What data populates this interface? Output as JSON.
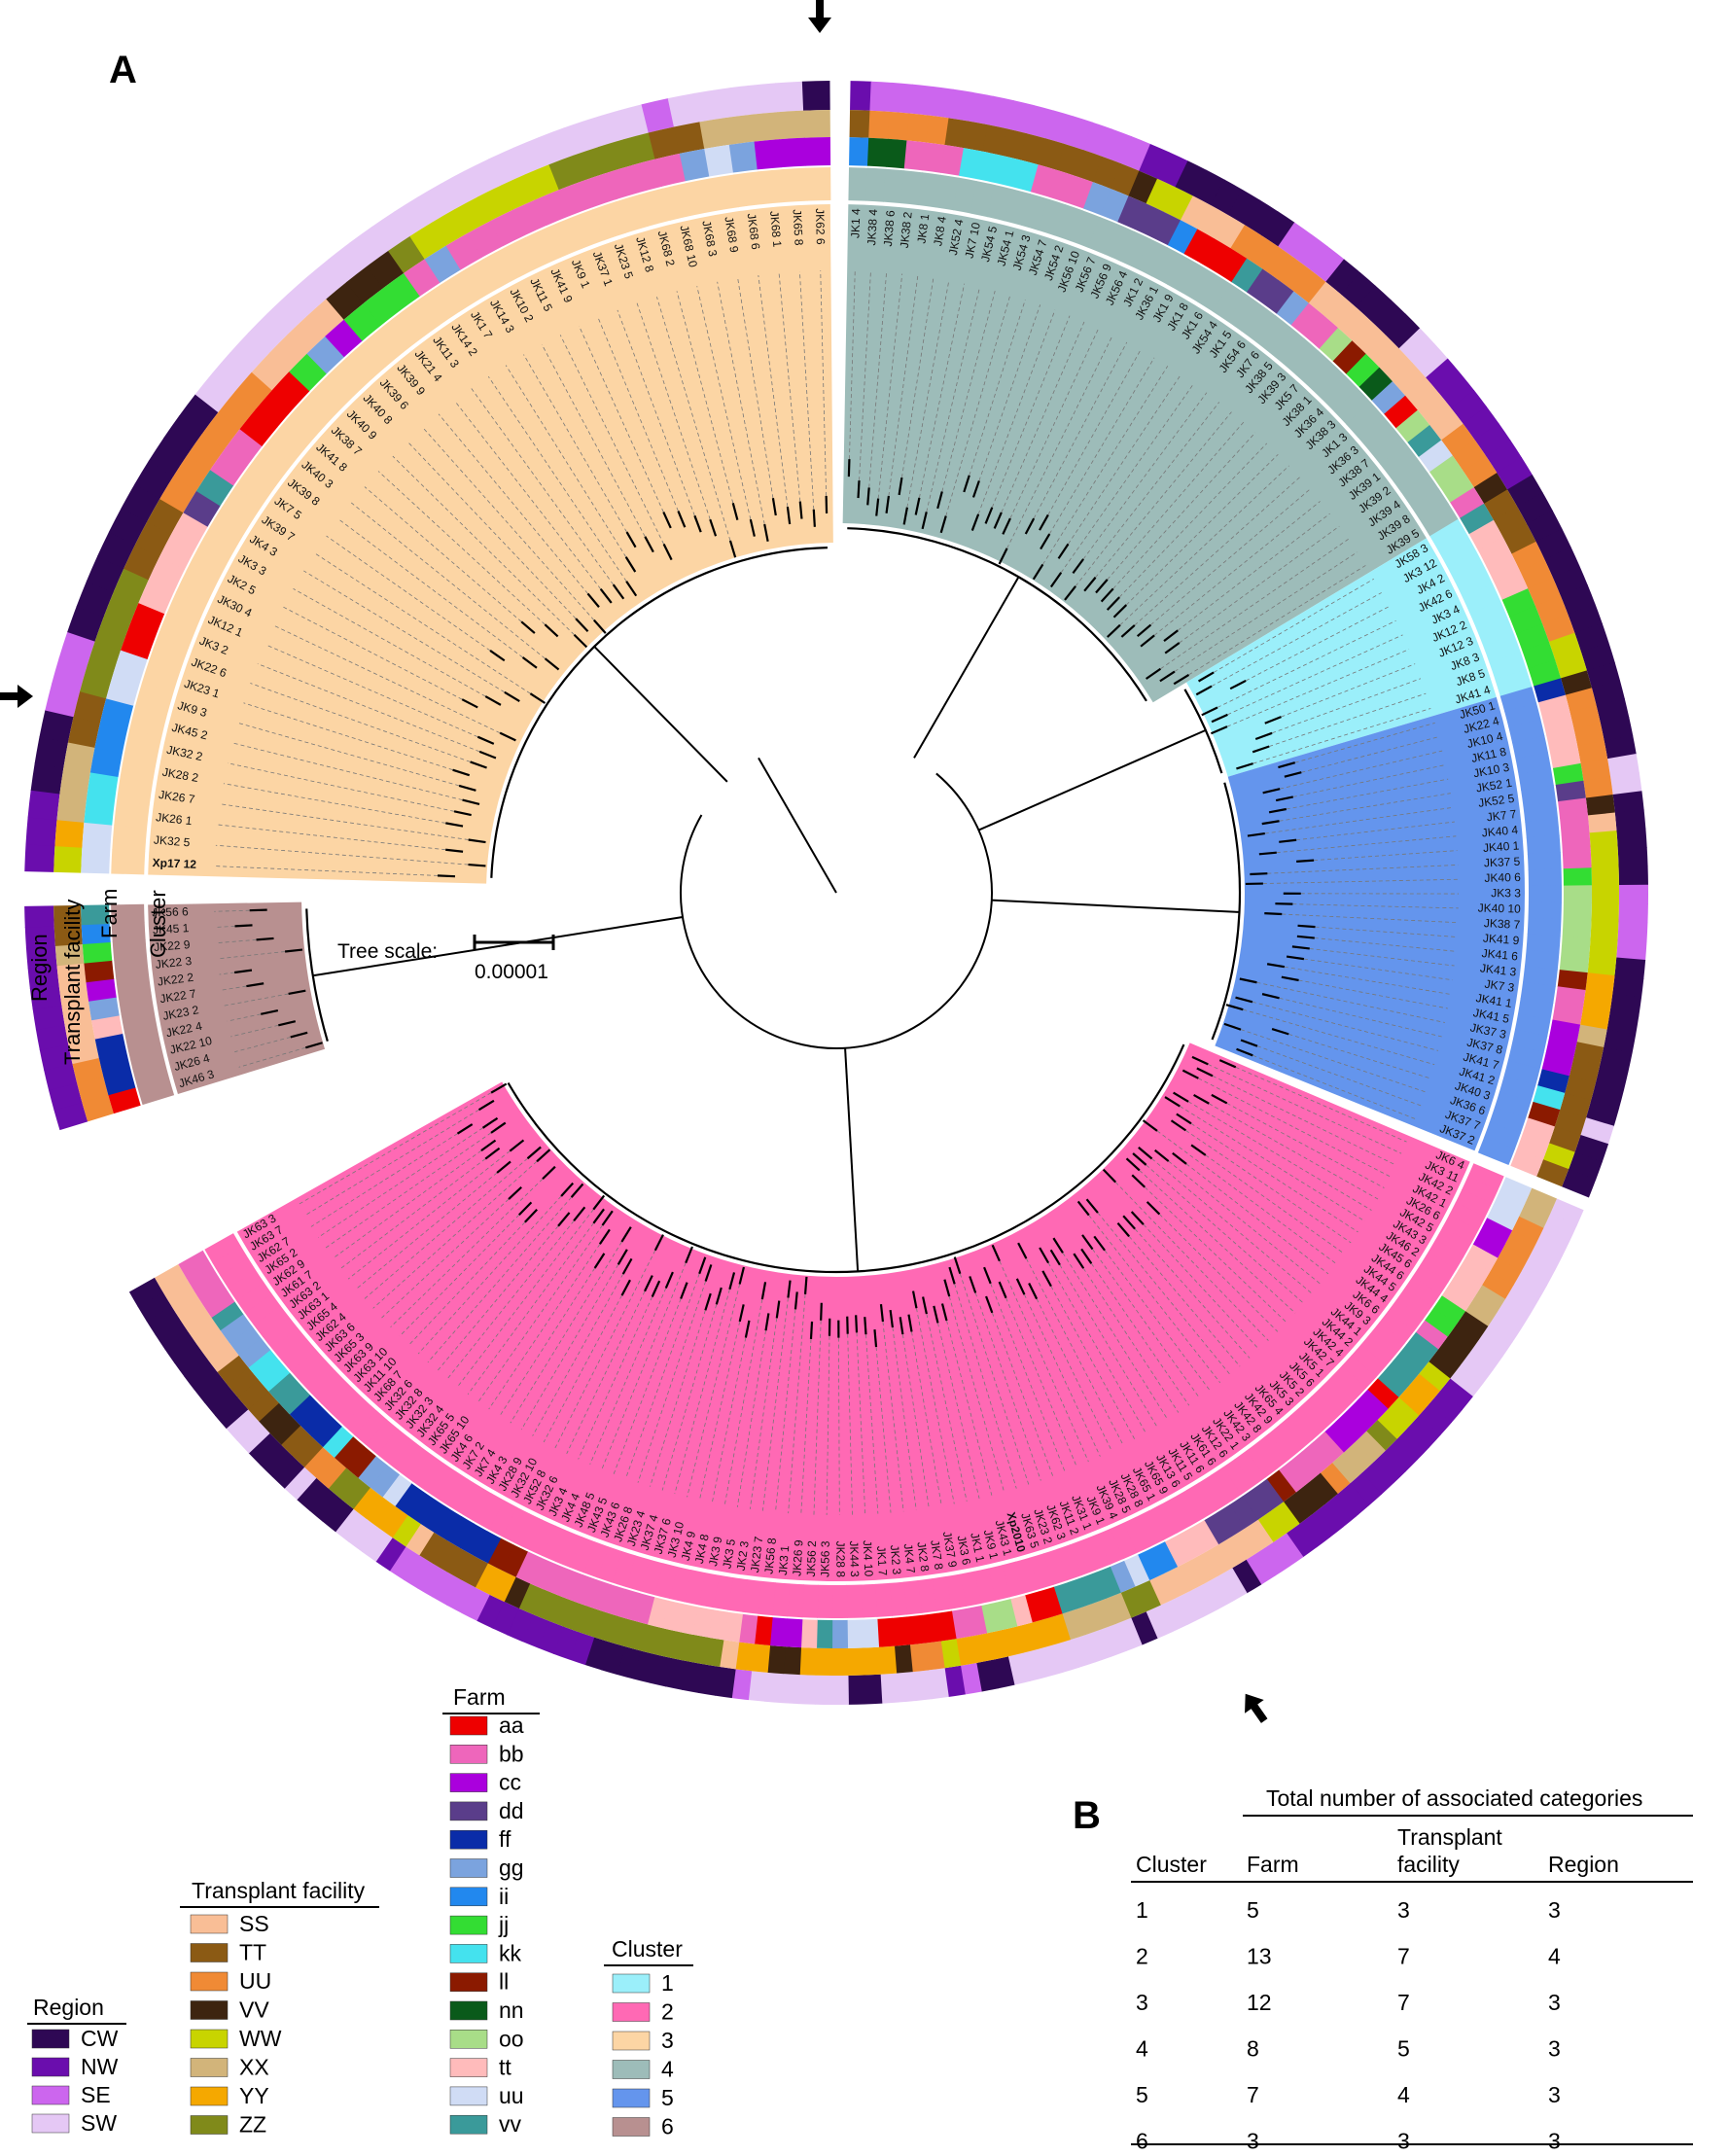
{
  "panel_a_label": "A",
  "panel_b_label": "B",
  "ring_labels": [
    "Region",
    "Transplant facility",
    "Farm",
    "Cluster"
  ],
  "tree_scale": {
    "label": "Tree scale:",
    "value": "0.00001"
  },
  "colors": {
    "cluster": {
      "1": "#9beffa",
      "2": "#ff69b4",
      "3": "#fcd5a4",
      "4": "#9dbcb9",
      "5": "#6495ed",
      "6": "#b89090"
    },
    "region": {
      "CW": "#2e0854",
      "NW": "#6a0dad",
      "SE": "#cc66ee",
      "SW": "#e5c8f5"
    },
    "transplant": {
      "SS": "#f9be96",
      "TT": "#8b5a14",
      "UU": "#f08a35",
      "VV": "#3d2410",
      "WW": "#c8d400",
      "XX": "#d2b47a",
      "YY": "#f5a800",
      "ZZ": "#808a1a"
    },
    "farm": {
      "aa": "#ee0000",
      "bb": "#ee66bb",
      "cc": "#aa00dd",
      "dd": "#5a3d8a",
      "ff": "#0a2ca8",
      "gg": "#7ba3de",
      "ii": "#2288ee",
      "jj": "#33dd33",
      "kk": "#44e2ee",
      "ll": "#8b1a00",
      "nn": "#0a5a1a",
      "oo": "#a8dd88",
      "tt": "#ffbbbb",
      "uu": "#d0dcf5",
      "vv": "#3a9a9a"
    }
  },
  "clusters": [
    {
      "id": "3",
      "leaves": [
        "Xp17 12",
        "JK32 5",
        "JK26 1",
        "JK26 7",
        "JK28 2",
        "JK32 2",
        "JK45 2",
        "JK9 3",
        "JK23 1",
        "JK22 6",
        "JK3 2",
        "JK12 1",
        "JK30 4",
        "JK2 5",
        "JK3 3",
        "JK4 3",
        "JK39 7",
        "JK7 5",
        "JK39 8",
        "JK40 3",
        "JK41 8",
        "JK38 7",
        "JK40 9",
        "JK40 8",
        "JK39 6",
        "JK39 9",
        "JK21 4",
        "JK11 3",
        "JK14 2",
        "JK1 7",
        "JK14 3",
        "JK10 2",
        "JK11 5",
        "JK41 9",
        "JK9 1",
        "JK37 1",
        "JK23 5",
        "JK12 8",
        "JK68 2",
        "JK68 10",
        "JK68 3",
        "JK68 9",
        "JK68 6",
        "JK68 1",
        "JK65 8",
        "JK62 6"
      ]
    },
    {
      "id": "4",
      "leaves": [
        "JK1 4",
        "JK38 4",
        "JK38 6",
        "JK38 2",
        "JK8 1",
        "JK8 4",
        "JK52 4",
        "JK7 10",
        "JK54 5",
        "JK54 1",
        "JK54 3",
        "JK54 7",
        "JK54 2",
        "JK56 10",
        "JK56 7",
        "JK56 9",
        "JK56 4",
        "JK1 2",
        "JK36 1",
        "JK1 9",
        "JK1 8",
        "JK1 6",
        "JK54 4",
        "JK1 5",
        "JK54 6",
        "JK7 6",
        "JK38 5",
        "JK39 3",
        "JK5 7",
        "JK38 1",
        "JK36 4",
        "JK38 3",
        "JK1 3",
        "JK36 3",
        "JK38 7",
        "JK39 1",
        "JK39 2",
        "JK39 4",
        "JK39 8",
        "JK39 5"
      ]
    },
    {
      "id": "1",
      "leaves": [
        "JK58 3",
        "JK3 12",
        "JK4 2",
        "JK42 6",
        "JK3 4",
        "JK12 2",
        "JK12 3",
        "JK8 3",
        "JK8 5",
        "JK41 4"
      ]
    },
    {
      "id": "5",
      "leaves": [
        "JK50 1",
        "JK22 4",
        "JK10 4",
        "JK11 8",
        "JK10 3",
        "JK52 1",
        "JK52 5",
        "JK7 7",
        "JK40 4",
        "JK40 1",
        "JK37 5",
        "JK40 6",
        "JK3 3",
        "JK40 10",
        "JK38 7",
        "JK41 9",
        "JK41 6",
        "JK41 3",
        "JK7 3",
        "JK41 1",
        "JK41 5",
        "JK37 3",
        "JK37 8",
        "JK41 7",
        "JK41 2",
        "JK40 3",
        "JK36 6",
        "JK37 7",
        "JK37 2"
      ]
    },
    {
      "id": "2",
      "leaves": [
        "JK6 4",
        "JK3 11",
        "JK42 2",
        "JK42 1",
        "JK26 6",
        "JK42 5",
        "JK43 3",
        "JK46 2",
        "JK45 6",
        "JK44 6",
        "JK44 5",
        "JK44 4",
        "JK6 6",
        "JK9 3",
        "JK44 1",
        "JK44 2",
        "JK42 4",
        "JK42 7",
        "JK5 1",
        "JK5 6",
        "JK5 2",
        "JK5 3",
        "JK65 4",
        "JK42 9",
        "JK42 8",
        "JK42 3",
        "JK22 1",
        "JK12 6",
        "JK61 6",
        "JK11 6",
        "JK11 5",
        "JK13 6",
        "JK65 9",
        "JK65 1",
        "JK28 8",
        "JK28 5",
        "JK39 4",
        "JK9 1",
        "JK31 1",
        "JK11 2",
        "JK62 3",
        "JK23 2",
        "JK63 5",
        "Xp2010",
        "JK43 1",
        "JK9 1",
        "JK1 1",
        "JK3 6",
        "JK37 9",
        "JK7 8",
        "JK2 8",
        "JK4 7",
        "JK2 3",
        "JK1 7",
        "JK4 10",
        "JK44 3",
        "JK28 8",
        "JK56 3",
        "JK56 2",
        "JK26 9",
        "JK3 1",
        "JK56 8",
        "JK23 7",
        "JK2 3",
        "JK3 5",
        "JK3 9",
        "JK4 8",
        "JK4 9",
        "JK3 10",
        "JK37 6",
        "JK37 4",
        "JK23 4",
        "JK26 8",
        "JK43 6",
        "JK43 5",
        "JK48 5",
        "JK4 4",
        "JK3 4",
        "JK32 6",
        "JK52 8",
        "JK32 10",
        "JK28 9",
        "JK4 3",
        "JK7 4",
        "JK7 2",
        "JK4 6",
        "JK65 10",
        "JK65 5",
        "JK32 4",
        "JK32 3",
        "JK32 8",
        "JK32 6",
        "JK68 7",
        "JK11 10",
        "JK63 10",
        "JK63 9",
        "JK65 3",
        "JK63 6",
        "JK62 4",
        "JK65 4",
        "JK63 1",
        "JK63 2",
        "JK61 7",
        "JK62 9",
        "JK65 2",
        "JK62 7",
        "JK63 7",
        "JK63 3"
      ]
    },
    {
      "id": "6",
      "leaves": [
        "JK46 3",
        "JK26 4",
        "JK22 10",
        "JK22 4",
        "JK23 2",
        "JK22 7",
        "JK22 2",
        "JK22 3",
        "JK22 9",
        "JK45 1",
        "JK56 6"
      ]
    }
  ],
  "legends": {
    "region": {
      "title": "Region",
      "items": [
        "CW",
        "NW",
        "SE",
        "SW"
      ]
    },
    "transplant": {
      "title": "Transplant facility",
      "items": [
        "SS",
        "TT",
        "UU",
        "VV",
        "WW",
        "XX",
        "YY",
        "ZZ"
      ]
    },
    "farm": {
      "title": "Farm",
      "items": [
        "aa",
        "bb",
        "cc",
        "dd",
        "ff",
        "gg",
        "ii",
        "jj",
        "kk",
        "ll",
        "nn",
        "oo",
        "tt",
        "uu",
        "vv"
      ]
    },
    "cluster": {
      "title": "Cluster",
      "items": [
        "1",
        "2",
        "3",
        "4",
        "5",
        "6"
      ]
    }
  },
  "table": {
    "super_header": "Total number of associated categories",
    "headers": [
      "Cluster",
      "Farm",
      "Transplant facility",
      "Region"
    ],
    "rows": [
      [
        "1",
        "5",
        "3",
        "3"
      ],
      [
        "2",
        "13",
        "7",
        "4"
      ],
      [
        "3",
        "12",
        "7",
        "3"
      ],
      [
        "4",
        "8",
        "5",
        "3"
      ],
      [
        "5",
        "7",
        "4",
        "3"
      ],
      [
        "6",
        "3",
        "3",
        "3"
      ]
    ]
  }
}
